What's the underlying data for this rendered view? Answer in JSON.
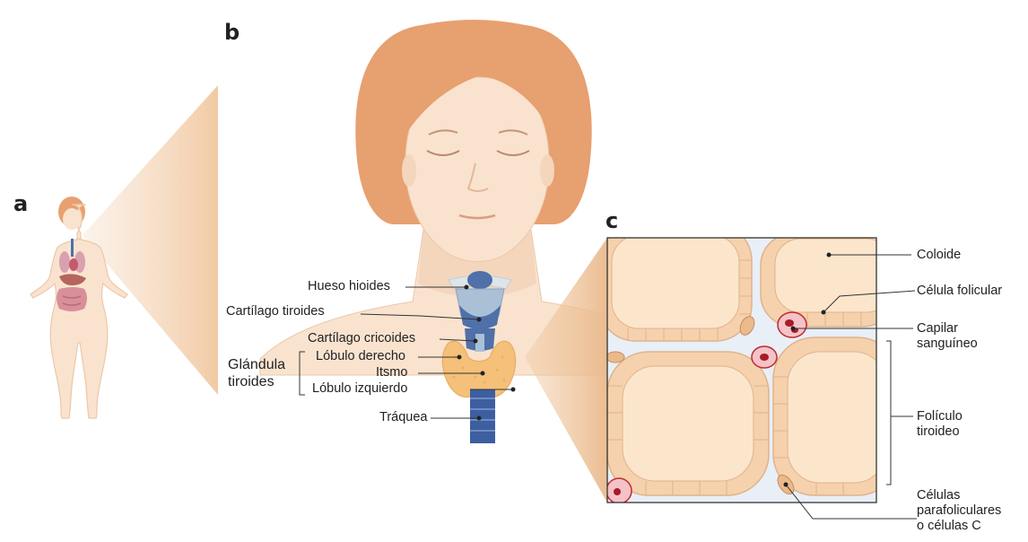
{
  "panels": {
    "a": "a",
    "b": "b",
    "c": "c"
  },
  "labels": {
    "hueso_hioides": "Hueso hioides",
    "cartilago_tiroides": "Cartílago tiroides",
    "cartilago_cricoides": "Cartílago cricoides",
    "lobulo_derecho": "Lóbulo derecho",
    "itsmo": "Itsmo",
    "lobulo_izquierdo": "Lóbulo izquierdo",
    "traquea": "Tráquea",
    "glandula_line1": "Glándula",
    "glandula_line2": "tiroides",
    "coloide": "Coloide",
    "celula_folicular": "Célula folicular",
    "capilar_line1": "Capilar",
    "capilar_line2": "sanguíneo",
    "foliculo_line1": "Folículo",
    "foliculo_line2": "tiroideo",
    "parafol_line1": "Células",
    "parafol_line2": "parafoliculares",
    "parafol_line3": "o células C"
  },
  "colors": {
    "skin": "#f9e3cf",
    "skin_shadow": "#f0cdb0",
    "hair": "#e7a06f",
    "thyroid": "#f4c07a",
    "cartilage": "#4f70a8",
    "trachea": "#3d5fa0",
    "colloid": "#fbe6cc",
    "follicle_cell": "#f6d1ad",
    "interstitium": "#e8eff7",
    "blood": "#c0292f",
    "cone": "#f1c79f"
  }
}
